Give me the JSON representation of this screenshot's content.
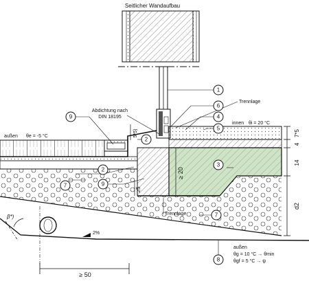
{
  "caption": "Seitlicher Wandaufbau",
  "labels": {
    "abdichtung_line1": "Abdichtung nach",
    "abdichtung_line2": "DIN 18195",
    "trennlage_top": "Trennlage",
    "trennlage_bottom": "Trennlage",
    "aussen_left": "außen",
    "theta_left": "θe = -5 °C",
    "innen": "innen",
    "theta_inside": "θi = 20 °C",
    "aussen_bottom": "außen",
    "theta_g": "θg = 10 °C → θmin",
    "theta_gf": "θgf = 5 °C → ψ",
    "slope": "2%",
    "beta": "β*)"
  },
  "dimensions": {
    "five_top": "5*5)",
    "seven_five": "7*5",
    "four": "4",
    "fourteen": "14",
    "ge20": "≥ 20",
    "ge5": "≥5",
    "d2": "d2",
    "ge50": "≥ 50"
  },
  "callouts": [
    "1",
    "6",
    "4",
    "5",
    "9",
    "2",
    "3",
    "2",
    "7",
    "9",
    "7",
    "8"
  ],
  "colors": {
    "slab_fill": "#cfe3c6",
    "line": "#111111"
  }
}
